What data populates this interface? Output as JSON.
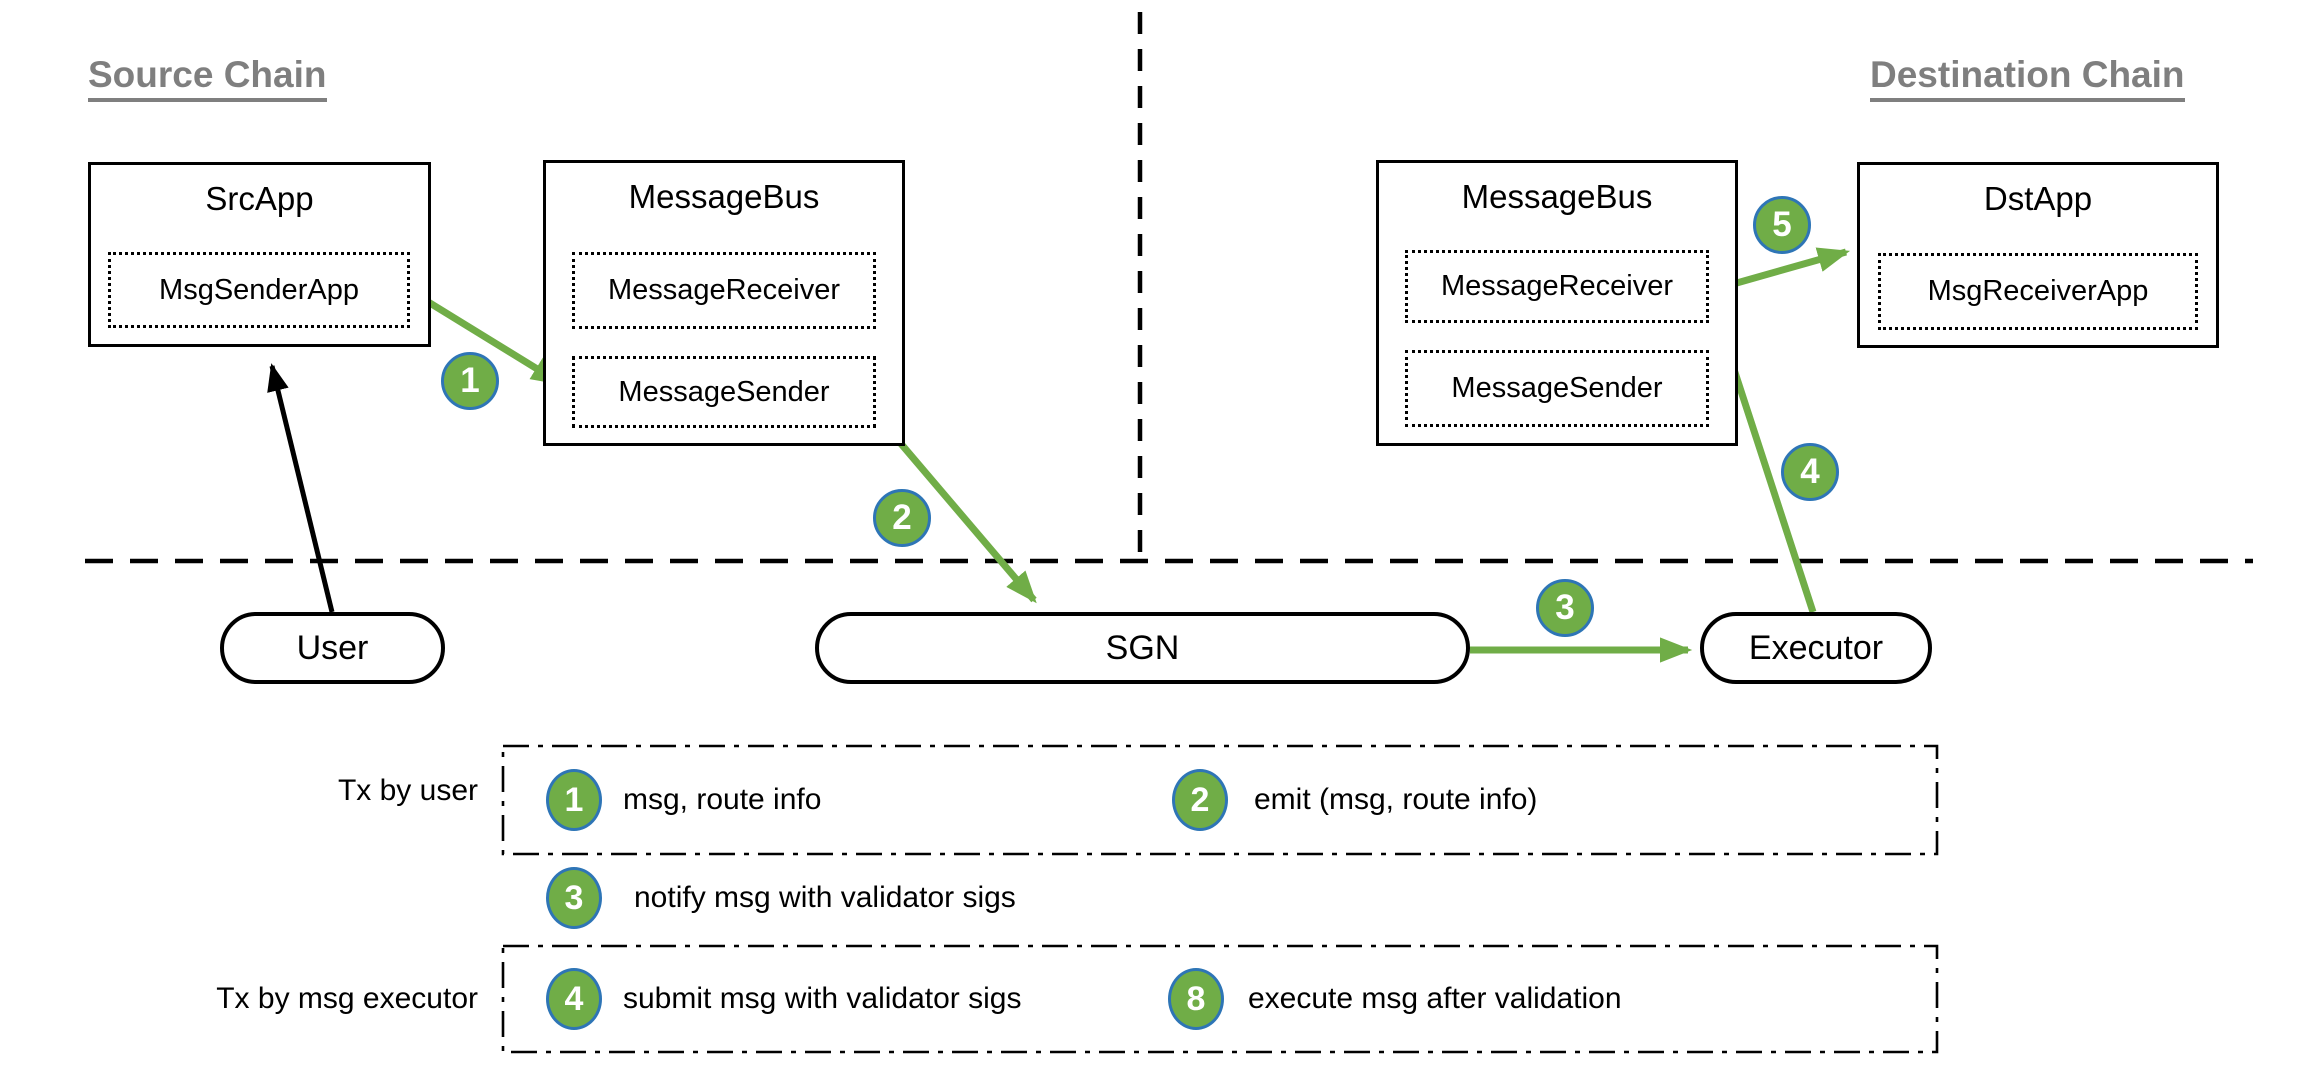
{
  "colors": {
    "accent_green": "#70ad47",
    "circle_border_blue": "#2e75b6",
    "heading_gray": "#7f7f7f",
    "line_black": "#000000"
  },
  "headings": {
    "source": "Source Chain",
    "destination": "Destination Chain"
  },
  "source_chain": {
    "src_app": {
      "title": "SrcApp",
      "component": "MsgSenderApp"
    },
    "message_bus": {
      "title": "MessageBus",
      "components": [
        "MessageReceiver",
        "MessageSender"
      ]
    }
  },
  "destination_chain": {
    "message_bus": {
      "title": "MessageBus",
      "components": [
        "MessageReceiver",
        "MessageSender"
      ]
    },
    "dst_app": {
      "title": "DstApp",
      "component": "MsgReceiverApp"
    }
  },
  "offchain": {
    "user": "User",
    "sgn": "SGN",
    "executor": "Executor"
  },
  "steps": {
    "s1": "1",
    "s2": "2",
    "s3": "3",
    "s4": "4",
    "s5": "5"
  },
  "legend": {
    "rows": [
      {
        "label": "Tx by user",
        "items": [
          {
            "num": "1",
            "text": "msg, route info"
          },
          {
            "num": "2",
            "text": "emit (msg, route info)"
          }
        ]
      },
      {
        "label": "",
        "items": [
          {
            "num": "3",
            "text": "notify msg with validator sigs"
          }
        ]
      },
      {
        "label": "Tx by msg executor",
        "items": [
          {
            "num": "4",
            "text": "submit msg with validator sigs"
          },
          {
            "num": "8",
            "text": "execute msg after validation"
          }
        ]
      }
    ]
  }
}
